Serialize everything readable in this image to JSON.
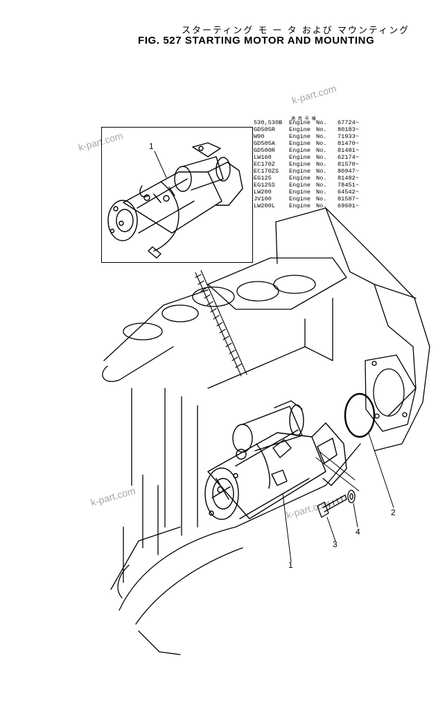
{
  "header": {
    "title_jp": "スターティング モ ー タ および マウンティング",
    "title_en": "FIG. 527  STARTING MOTOR AND MOUNTING"
  },
  "applicability": {
    "header_jp": "適 用 号 機",
    "rows": [
      {
        "model": "530,530B",
        "label": "Engine",
        "no": "No.",
        "serial": "67724~"
      },
      {
        "model": "GD505R",
        "label": "Engine",
        "no": "No.",
        "serial": "80183~"
      },
      {
        "model": "W90",
        "label": "Engine",
        "no": "No.",
        "serial": "71933~"
      },
      {
        "model": "GD505A",
        "label": "Engine",
        "no": "No.",
        "serial": "81470~"
      },
      {
        "model": "GD500R",
        "label": "Engine",
        "no": "No.",
        "serial": "81481~"
      },
      {
        "model": "LW160",
        "label": "Engine",
        "no": "No.",
        "serial": "62174~"
      },
      {
        "model": "EC170Z",
        "label": "Engine",
        "no": "No.",
        "serial": "81570~"
      },
      {
        "model": "EC170ZS",
        "label": "Engine",
        "no": "No.",
        "serial": "80947~"
      },
      {
        "model": "EG125",
        "label": "Engine",
        "no": "No.",
        "serial": "81482~"
      },
      {
        "model": "EG125S",
        "label": "Engine",
        "no": "No.",
        "serial": "78451~"
      },
      {
        "model": "LW200",
        "label": "Engine",
        "no": "No.",
        "serial": "64542~"
      },
      {
        "model": "JV100",
        "label": "Engine",
        "no": "No.",
        "serial": "81587~"
      },
      {
        "model": "LW200L",
        "label": "Engine",
        "no": "No.",
        "serial": "69601~"
      }
    ]
  },
  "callouts": {
    "inset_motor": "1",
    "motor": "1",
    "gasket": "2",
    "bolt": "3",
    "washer": "4"
  },
  "watermarks": [
    "k-part.com",
    "k-part.com",
    "k-part.com",
    "k-part.com"
  ]
}
